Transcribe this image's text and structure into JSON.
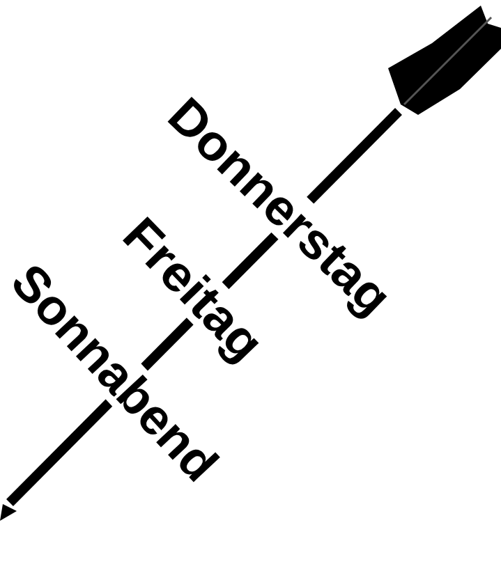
{
  "diagram": {
    "labels": [
      "Donnerstag",
      "Freitag",
      "Sonnabend"
    ]
  }
}
